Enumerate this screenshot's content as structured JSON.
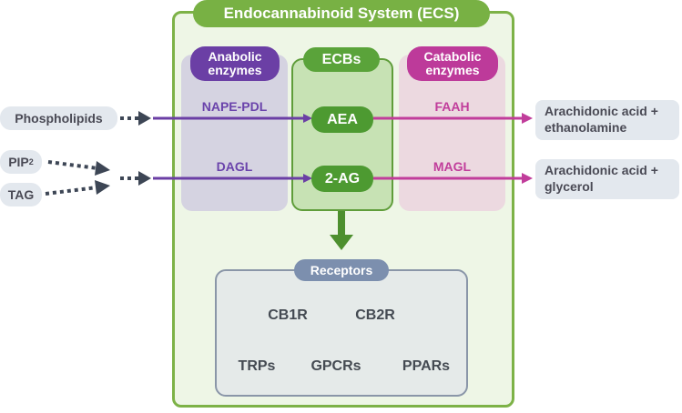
{
  "ecs_title": "Endocannabinoid System (ECS)",
  "columns": {
    "anabolic": "Anabolic enzymes",
    "ecbs": "ECBs",
    "catabolic": "Catabolic enzymes"
  },
  "anabolic_enzymes": [
    "NAPE-PDL",
    "DAGL"
  ],
  "ecbs": [
    "AEA",
    "2-AG"
  ],
  "catabolic_enzymes": [
    "FAAH",
    "MAGL"
  ],
  "sources": {
    "phospholipids": "Phospholipids",
    "pip_base": "PIP",
    "pip_sub": "2",
    "tag": "TAG"
  },
  "products": [
    "Arachidonic acid + ethanolamine",
    "Arachidonic acid + glycerol"
  ],
  "receptors": {
    "title": "Receptors",
    "items": [
      "CB1R",
      "CB2R",
      "TRPs",
      "GPCRs",
      "PPARs"
    ]
  },
  "colors": {
    "ecs_green": "#78b144",
    "anabolic_purple": "#6b3fa5",
    "catabolic_magenta": "#bd3a9a",
    "receptor_slate": "#7c8fae",
    "arrow_dark": "#3d4655"
  }
}
